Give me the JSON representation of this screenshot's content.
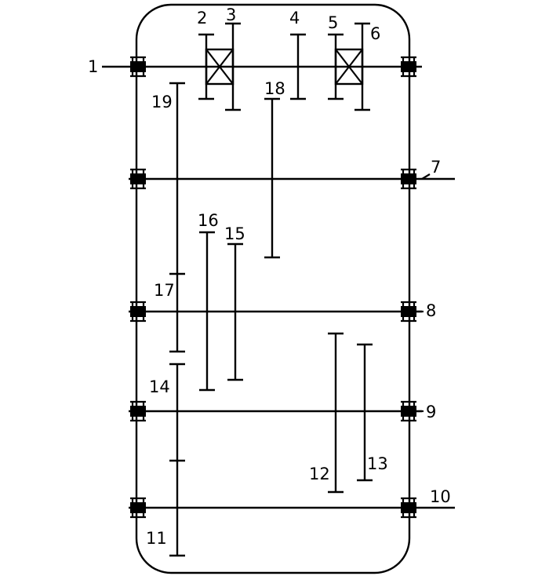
{
  "diagram": {
    "labels": {
      "l1": "1",
      "l2": "2",
      "l3": "3",
      "l4": "4",
      "l5": "5",
      "l6": "6",
      "l7": "7",
      "l8": "8",
      "l9": "9",
      "l10": "10",
      "l11": "11",
      "l12": "12",
      "l13": "13",
      "l14": "14",
      "l15": "15",
      "l16": "16",
      "l17": "17",
      "l18": "18",
      "l19": "19"
    },
    "colors": {
      "stroke": "#000000",
      "background": "#ffffff"
    }
  }
}
